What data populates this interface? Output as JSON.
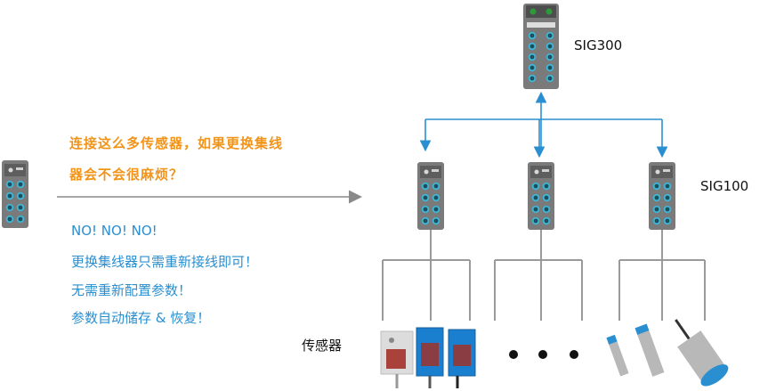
{
  "question": {
    "line1": "连接这么多传感器，如果更换集线",
    "line2": "器会不会很麻烦？"
  },
  "answer": {
    "lines": [
      "NO! NO! NO!",
      "更换集线器只需重新接线即可！",
      "无需重新配置参数！",
      "参数自动储存 & 恢复！"
    ]
  },
  "labels": {
    "sig300": "SIG300",
    "sig100": "SIG100",
    "sensors": "传感器"
  },
  "colors": {
    "question": "#f29419",
    "answer": "#2a8fd0",
    "arrow": "#2a8fd0",
    "lines": "#9a9a9a",
    "device_body": "#707070",
    "port_ring": "#3fb6d4"
  }
}
